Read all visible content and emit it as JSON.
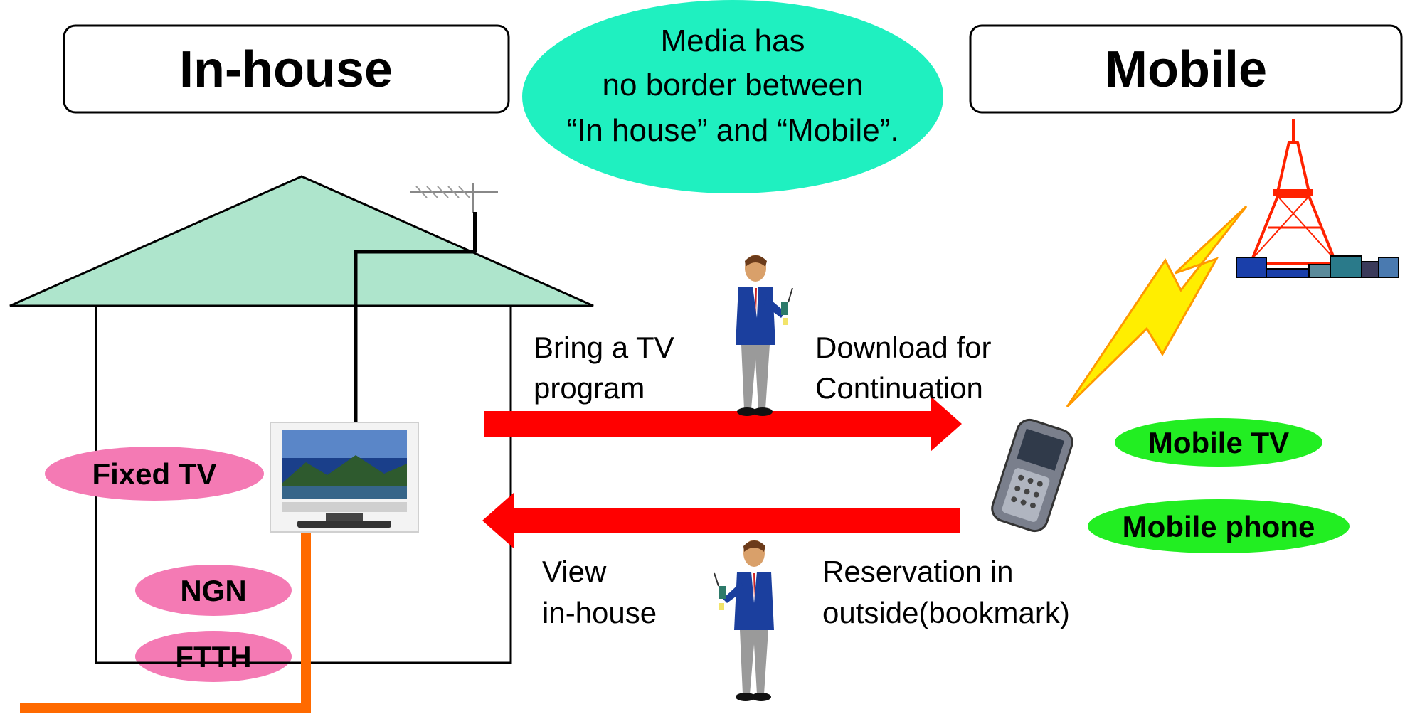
{
  "headers": {
    "left": "In-house",
    "right": "Mobile"
  },
  "bubble": {
    "lines": [
      "Media has",
      "no border between",
      "“In house” and “Mobile”."
    ]
  },
  "left_labels": {
    "fixed_tv": "Fixed TV",
    "ngn": "NGN",
    "ftth": "FTTH"
  },
  "right_labels": {
    "mobile_tv": "Mobile TV",
    "mobile_phone": "Mobile phone"
  },
  "captions": {
    "bring": [
      "Bring a TV",
      "program"
    ],
    "download": [
      "Download for",
      "Continuation"
    ],
    "view": [
      "View",
      "in-house"
    ],
    "reservation": [
      "Reservation in",
      "outside(bookmark)"
    ]
  },
  "colors": {
    "roof": "#aee5cc",
    "bubble": "#1ff0c0",
    "pink_label": "#f47ab4",
    "green_label": "#22ee22",
    "arrow": "#ff0000",
    "fiber": "#ff6a00",
    "tower": "#ff2200",
    "lightning": "#ffee00"
  }
}
